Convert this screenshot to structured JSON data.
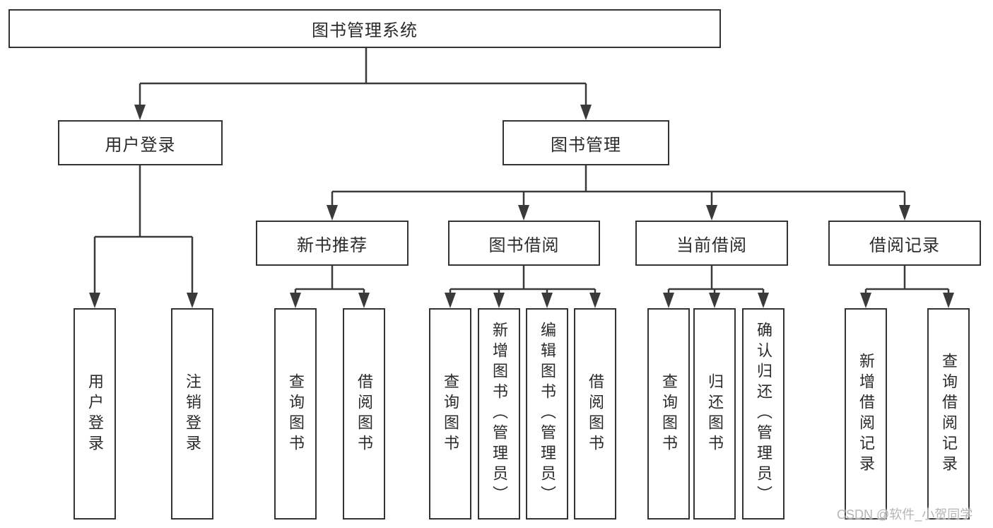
{
  "diagram": {
    "root": {
      "label": "图书管理系统"
    },
    "level2": [
      {
        "label": "用户登录"
      },
      {
        "label": "图书管理"
      }
    ],
    "level3": [
      {
        "label": "新书推荐"
      },
      {
        "label": "图书借阅"
      },
      {
        "label": "当前借阅"
      },
      {
        "label": "借阅记录"
      }
    ],
    "leaves": {
      "user_login": [
        {
          "label": "用户登录"
        },
        {
          "label": "注销登录"
        }
      ],
      "new_book": [
        {
          "label": "查询图书"
        },
        {
          "label": "借阅图书"
        }
      ],
      "book_borrow": [
        {
          "label": "查询图书"
        },
        {
          "label": "新增图书（管理员）"
        },
        {
          "label": "编辑图书（管理员）"
        },
        {
          "label": "借阅图书"
        }
      ],
      "current_borrow": [
        {
          "label": "查询图书"
        },
        {
          "label": "归还图书"
        },
        {
          "label": "确认归还（管理员）"
        }
      ],
      "borrow_record": [
        {
          "label": "新增借阅记录"
        },
        {
          "label": "查询借阅记录"
        }
      ]
    }
  },
  "watermark": "CSDN @软件_小贺同学",
  "colors": {
    "line": "#3a3a3a",
    "box_border": "#333333",
    "text": "#2b2b2b",
    "background": "#ffffff",
    "watermark": "#b5b5b5"
  }
}
